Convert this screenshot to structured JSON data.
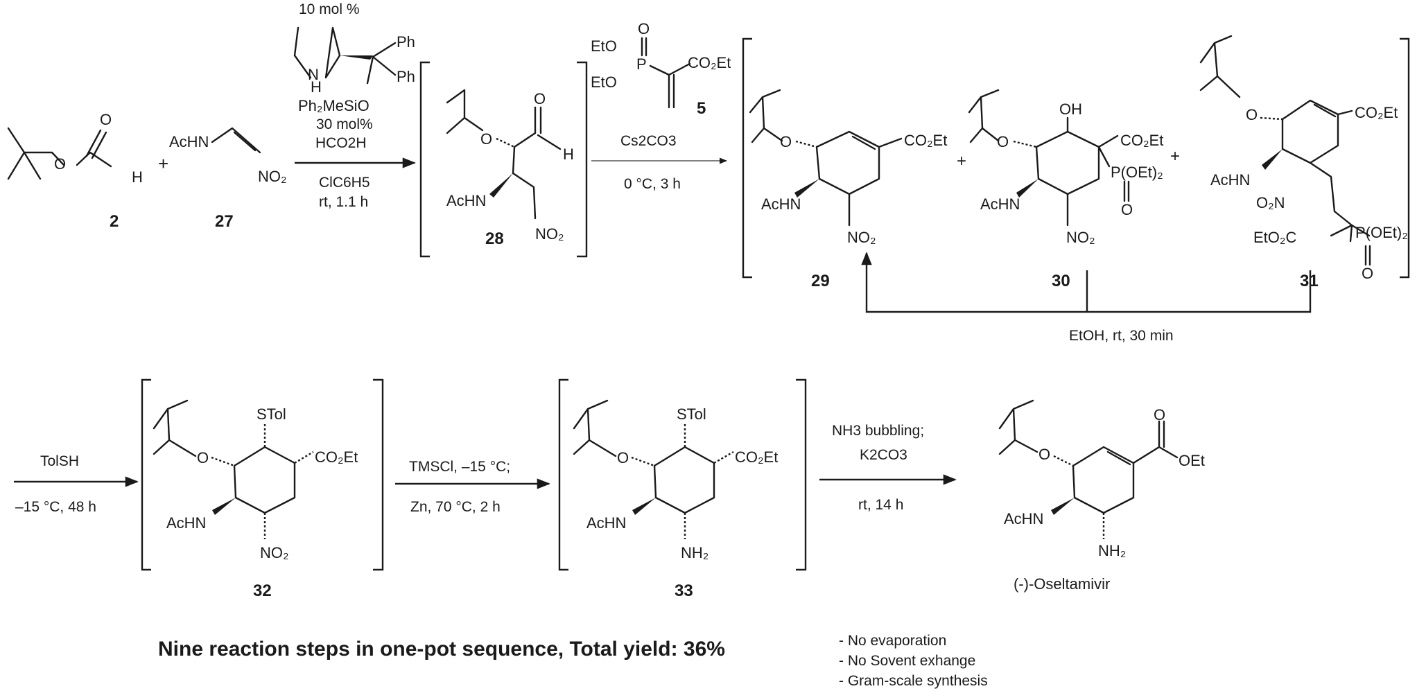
{
  "compounds": {
    "c2": "2",
    "c27": "27",
    "c28": "28",
    "c5": "5",
    "c29": "29",
    "c30": "30",
    "c31": "31",
    "c32": "32",
    "c33": "33",
    "product": "(-)-Oseltamivir"
  },
  "step1": {
    "catalyst_loading": "10 mol %",
    "additive_loading": "30 mol%",
    "additive": "HCO2H",
    "solvent": "ClC6H5",
    "conditions": "rt, 1.1 h"
  },
  "step2": {
    "base": "Cs2CO3",
    "conditions": "0 °C, 3 h"
  },
  "step3": {
    "conditions": "EtOH, rt, 30 min"
  },
  "step4": {
    "reagent": "TolSH",
    "conditions": "–15 °C, 48 h"
  },
  "step5": {
    "reagent": "TMSCl, –15 °C;",
    "conditions": "Zn, 70 °C, 2 h"
  },
  "step6": {
    "reagent": "NH3 bubbling;",
    "base": "K2CO3",
    "conditions": "rt, 14 h"
  },
  "summary": "Nine reaction steps in one-pot sequence, Total yield: 36%",
  "notes": [
    "- No evaporation",
    "- No Sovent exhange",
    "- Gram-scale synthesis"
  ]
}
